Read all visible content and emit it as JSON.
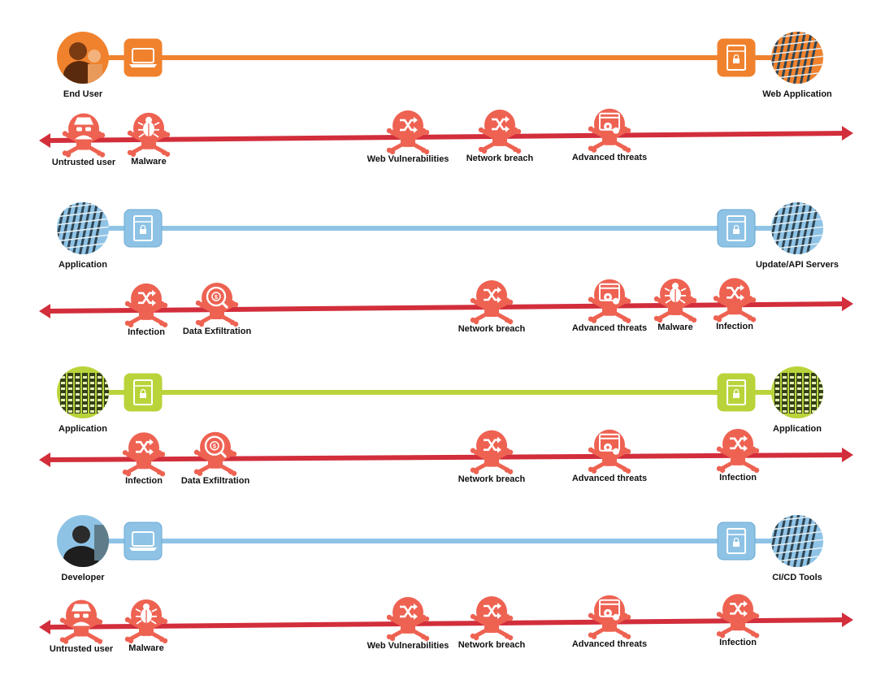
{
  "colors": {
    "flow_orange": "#F0822E",
    "flow_blue": "#8EC3E6",
    "flow_green": "#B9D43A",
    "threat_red": "#D22E3B",
    "skull": "#EE6252"
  },
  "rows": [
    {
      "color": "flow_orange",
      "left_node": {
        "label": "End User",
        "photo": "person-photo",
        "device": "laptop-icon"
      },
      "right_node": {
        "label": "Web Application",
        "photo": "server-rack-photo",
        "device": "secure-server-icon"
      },
      "threats": [
        {
          "label": "Untrusted user",
          "icon": "spy-icon"
        },
        {
          "label": "Malware",
          "icon": "bug-icon"
        },
        {
          "label": "Web Vulnerabilities",
          "icon": "shuffle-icon"
        },
        {
          "label": "Network breach",
          "icon": "shuffle-icon"
        },
        {
          "label": "Advanced threats",
          "icon": "gears-window-icon"
        }
      ]
    },
    {
      "color": "flow_blue",
      "left_node": {
        "label": "Application",
        "photo": "server-rack-photo",
        "device": "secure-server-icon"
      },
      "right_node": {
        "label": "Update/API Servers",
        "photo": "server-rack-photo",
        "device": "secure-server-icon"
      },
      "threats": [
        {
          "label": "Infection",
          "icon": "shuffle-icon"
        },
        {
          "label": "Data Exfiltration",
          "icon": "data-search-icon"
        },
        {
          "label": "Network breach",
          "icon": "shuffle-icon"
        },
        {
          "label": "Advanced threats",
          "icon": "gears-window-icon"
        },
        {
          "label": "Malware",
          "icon": "bug-icon"
        },
        {
          "label": "Infection",
          "icon": "shuffle-icon"
        }
      ]
    },
    {
      "color": "flow_green",
      "left_node": {
        "label": "Application",
        "photo": "datacenter-photo",
        "device": "secure-server-icon"
      },
      "right_node": {
        "label": "Application",
        "photo": "datacenter-photo",
        "device": "secure-server-icon"
      },
      "threats": [
        {
          "label": "Infection",
          "icon": "shuffle-icon"
        },
        {
          "label": "Data Exfiltration",
          "icon": "data-search-icon"
        },
        {
          "label": "Network breach",
          "icon": "shuffle-icon"
        },
        {
          "label": "Advanced threats",
          "icon": "gears-window-icon"
        },
        {
          "label": "Infection",
          "icon": "shuffle-icon"
        }
      ]
    },
    {
      "color": "flow_blue",
      "left_node": {
        "label": "Developer",
        "photo": "developer-photo",
        "device": "laptop-icon"
      },
      "right_node": {
        "label": "CI/CD Tools",
        "photo": "server-rack-photo",
        "device": "secure-server-icon"
      },
      "threats": [
        {
          "label": "Untrusted user",
          "icon": "spy-icon"
        },
        {
          "label": "Malware",
          "icon": "bug-icon"
        },
        {
          "label": "Web Vulnerabilities",
          "icon": "shuffle-icon"
        },
        {
          "label": "Network breach",
          "icon": "shuffle-icon"
        },
        {
          "label": "Advanced threats",
          "icon": "gears-window-icon"
        },
        {
          "label": "Infection",
          "icon": "shuffle-icon"
        }
      ]
    }
  ]
}
